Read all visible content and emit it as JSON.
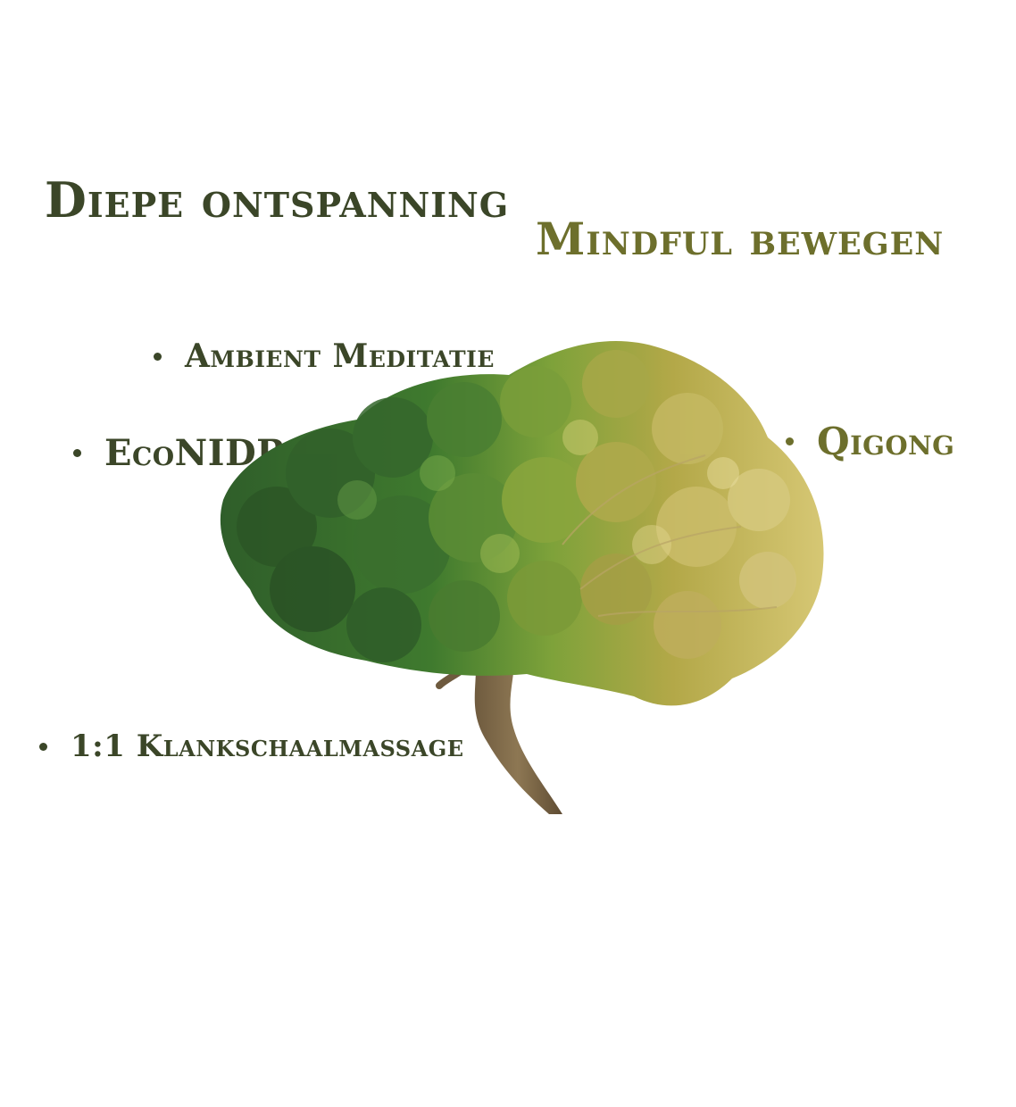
{
  "headings": {
    "left": "Diepe ontspanning",
    "right": "Mindful bewegen"
  },
  "items": {
    "ambient": "Ambient Meditatie",
    "econidra": "EcoNIDRA",
    "qigong": "Qigong",
    "klank": "1:1 Klankschaalmassage"
  },
  "colors": {
    "dark_green": "#3b4628",
    "olive": "#6d6f2c"
  },
  "image": {
    "subject": "tree-green-to-yellow"
  }
}
